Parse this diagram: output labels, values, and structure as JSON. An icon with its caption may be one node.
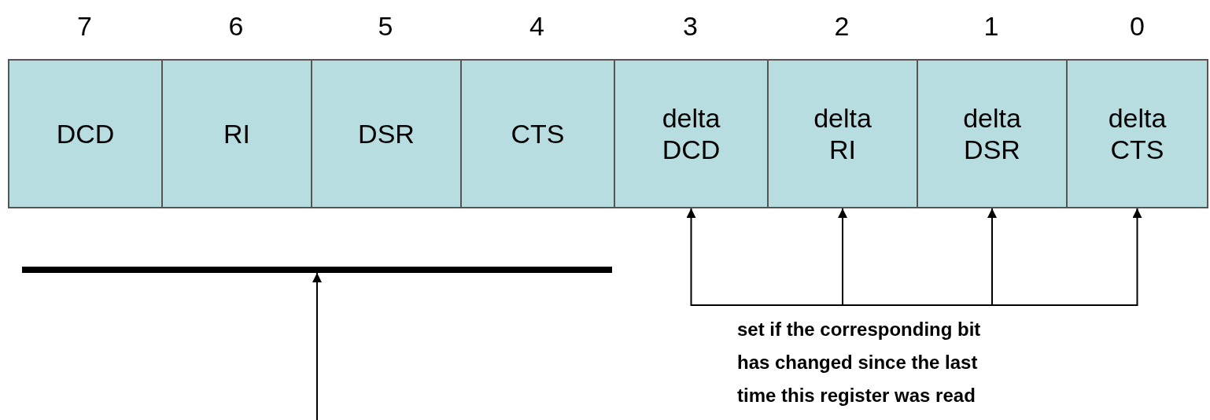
{
  "diagram": {
    "nodes": [
      {
        "text": [
          "DCD"
        ]
      },
      {
        "text": [
          "RI"
        ]
      },
      {
        "text": [
          "DSR"
        ]
      },
      {
        "text": [
          "CTS"
        ]
      },
      {
        "text": [
          "delta DCD"
        ]
      },
      {
        "text": [
          "delta RI"
        ]
      },
      {
        "text": [
          "delta DSR"
        ]
      },
      {
        "text": [
          "delta CTS"
        ]
      },
      {
        "text": [],
        "shape": "bar"
      },
      {
        "text": [
          "set if the corresponding bit has changed since the last time this register was read"
        ]
      }
    ],
    "edges": [
      {
        "from": 9,
        "to": 4,
        "arrow": "to"
      },
      {
        "from": 9,
        "to": 5,
        "arrow": "to"
      },
      {
        "from": 9,
        "to": 6,
        "arrow": "to"
      },
      {
        "from": 9,
        "to": 7,
        "arrow": "to"
      },
      {
        "from": null,
        "to": 8,
        "arrow": "to"
      }
    ],
    "labels": [
      "7",
      "6",
      "5",
      "4",
      "3",
      "2",
      "1",
      "0"
    ]
  }
}
